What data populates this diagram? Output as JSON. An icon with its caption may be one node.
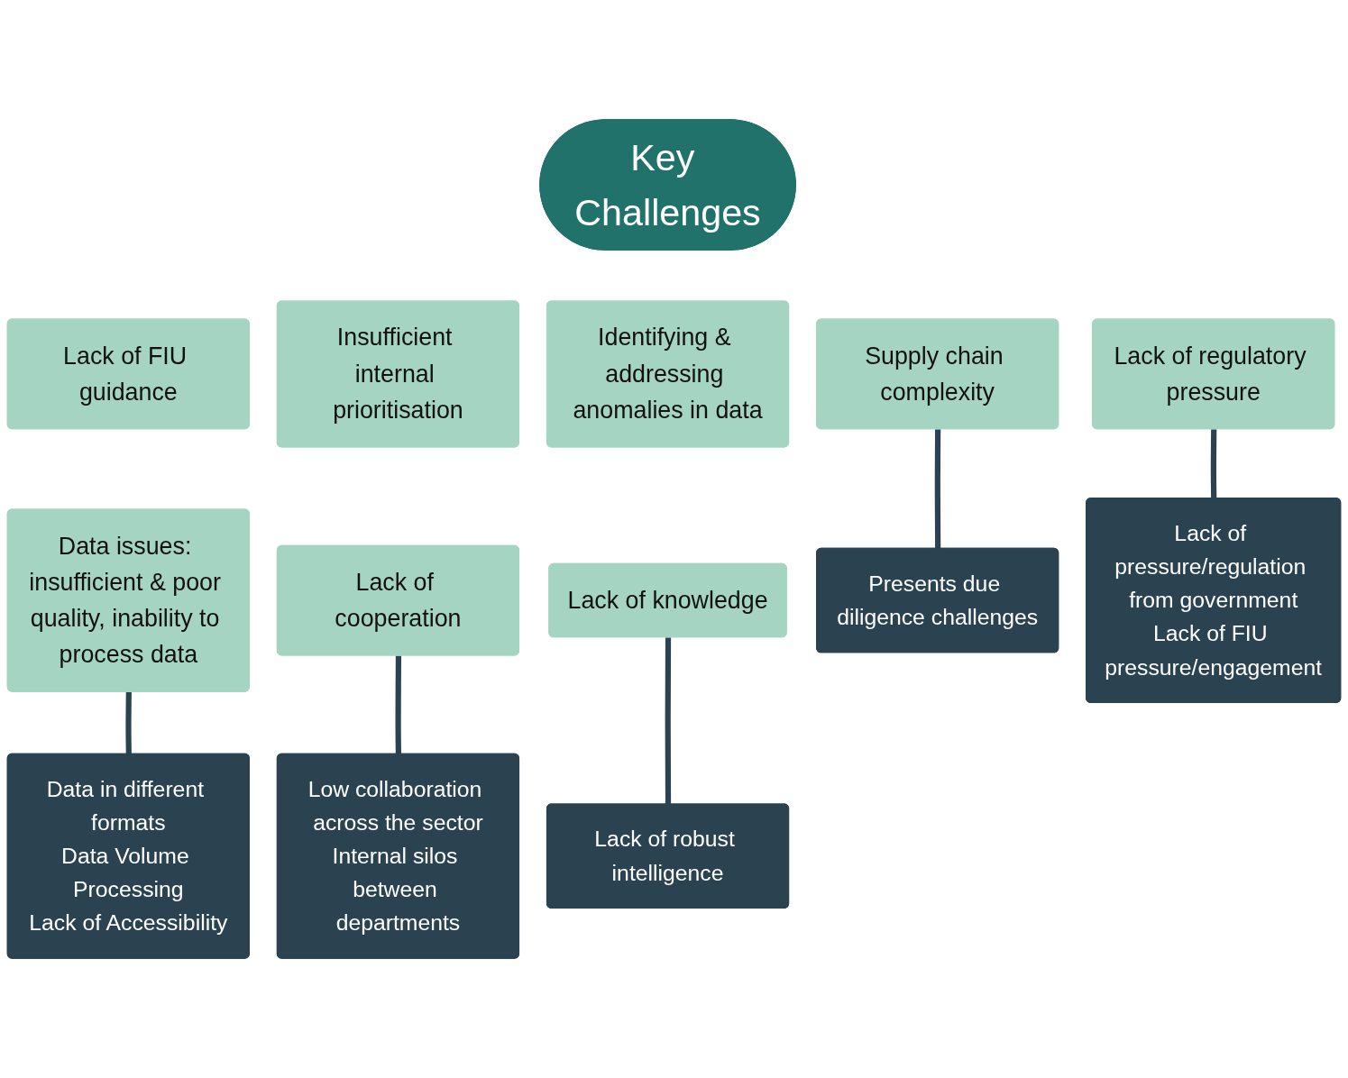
{
  "diagram": {
    "nodes": [
      {
        "text": [
          "Key Challenges"
        ]
      },
      {
        "text": [
          "Lack of FIU guidance"
        ]
      },
      {
        "text": [
          "Insufficient internal prioritisation"
        ]
      },
      {
        "text": [
          "Identifying & addressing anomalies in data"
        ]
      },
      {
        "text": [
          "Supply chain complexity"
        ]
      },
      {
        "text": [
          "Data issues: insufficient & poor quality, inability to process data"
        ]
      },
      {
        "text": [
          "Lack of cooperation"
        ]
      },
      {
        "text": [
          "Lack of knowledge"
        ]
      },
      {
        "text": [
          "Lack of regulatory pressure"
        ]
      },
      {
        "text": [
          "Presents due diligence challenges"
        ]
      },
      {
        "text": [
          "Data in different formats",
          "Data Volume Processing",
          "Lack of Accessibility"
        ]
      },
      {
        "text": [
          "Low collaboration across the sector",
          "Internal silos between departments"
        ]
      },
      {
        "text": [
          "Lack of robust intelligence"
        ]
      },
      {
        "text": [
          "Lack of pressure/regulation from government",
          "Lack of FIU pressure/engagement"
        ]
      }
    ],
    "edges": [
      {
        "from": 4,
        "to": 9,
        "arrow": "none"
      },
      {
        "from": 5,
        "to": 10,
        "arrow": "none"
      },
      {
        "from": 6,
        "to": 11,
        "arrow": "none"
      },
      {
        "from": 7,
        "to": 12,
        "arrow": "none"
      },
      {
        "from": 8,
        "to": 13,
        "arrow": "none"
      }
    ]
  }
}
